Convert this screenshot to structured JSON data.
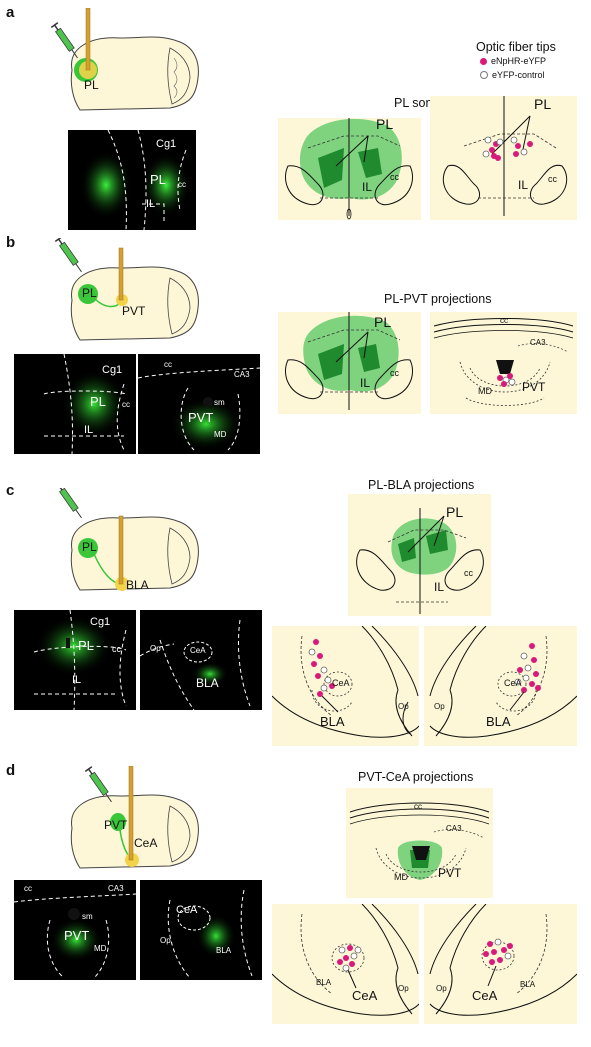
{
  "figure": {
    "panels": {
      "a": {
        "letter": "a",
        "title": "PL somata",
        "sagittal_label": "PL",
        "micro": {
          "labels": [
            "Cg1",
            "PL",
            "cc",
            "IL"
          ]
        },
        "atlas_left": {
          "labels": [
            "PL",
            "cc",
            "IL"
          ]
        },
        "atlas_right": {
          "labels": [
            "PL",
            "cc",
            "IL"
          ]
        }
      },
      "b": {
        "letter": "b",
        "title": "PL-PVT projections",
        "sagittal_labels": [
          "PL",
          "PVT"
        ],
        "micro_left": {
          "labels": [
            "Cg1",
            "PL",
            "cc",
            "IL"
          ]
        },
        "micro_right": {
          "labels": [
            "cc",
            "CA3",
            "sm",
            "PVT",
            "MD"
          ]
        },
        "atlas_left": {
          "labels": [
            "PL",
            "cc",
            "IL"
          ]
        },
        "atlas_right": {
          "labels": [
            "cc",
            "CA3",
            "MD",
            "PVT"
          ]
        }
      },
      "c": {
        "letter": "c",
        "title": "PL-BLA projections",
        "sagittal_labels": [
          "PL",
          "BLA"
        ],
        "micro_left": {
          "labels": [
            "Cg1",
            "PL",
            "cc",
            "IL"
          ]
        },
        "micro_right": {
          "labels": [
            "Op",
            "CeA",
            "BLA"
          ]
        },
        "atlas_top": {
          "labels": [
            "PL",
            "cc",
            "IL"
          ]
        },
        "atlas_bl": {
          "labels": [
            "CeA",
            "BLA",
            "Op"
          ]
        },
        "atlas_br": {
          "labels": [
            "CeA",
            "BLA",
            "Op"
          ]
        }
      },
      "d": {
        "letter": "d",
        "title": "PVT-CeA projections",
        "sagittal_labels": [
          "PVT",
          "CeA"
        ],
        "micro_left": {
          "labels": [
            "cc",
            "CA3",
            "sm",
            "PVT",
            "MD"
          ]
        },
        "micro_right": {
          "labels": [
            "CeA",
            "Op",
            "BLA"
          ]
        },
        "atlas_top": {
          "labels": [
            "cc",
            "CA3",
            "MD",
            "PVT"
          ]
        },
        "atlas_bl": {
          "labels": [
            "BLA",
            "CeA",
            "Op"
          ]
        },
        "atlas_br": {
          "labels": [
            "CeA",
            "BLA",
            "Op"
          ]
        }
      }
    },
    "legend": {
      "title": "Optic fiber tips",
      "items": [
        {
          "label": "eNpHR-eYFP",
          "color": "#d81b7a"
        },
        {
          "label": "eYFP-control",
          "color": "#ffffff"
        }
      ]
    },
    "colors": {
      "atlas_bg": "#fdf7d7",
      "light_green": "#7fd37f",
      "dark_green": "#1f8a2e",
      "fluorescence": "#39e639",
      "fiber": "#d4a030",
      "magenta": "#d81b7a"
    }
  }
}
